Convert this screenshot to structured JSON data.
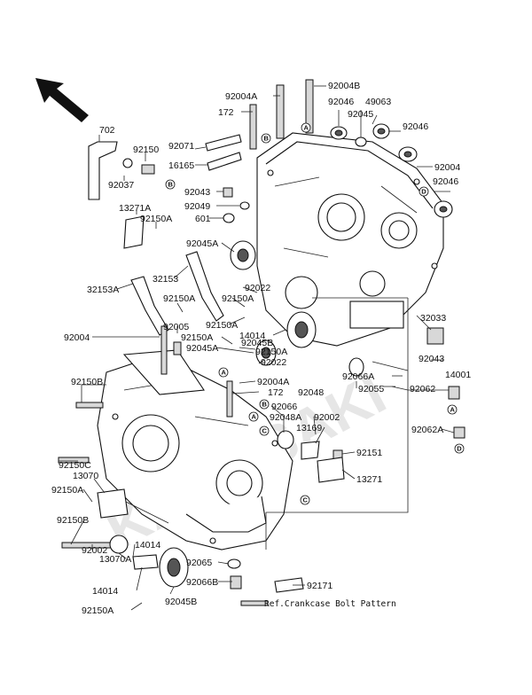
{
  "labels": [
    {
      "id": "l1",
      "text": "92004B"
    },
    {
      "id": "l2",
      "text": "92004A"
    },
    {
      "id": "l3",
      "text": "172"
    },
    {
      "id": "l4",
      "text": "92046"
    },
    {
      "id": "l5",
      "text": "49063"
    },
    {
      "id": "l6",
      "text": "92045"
    },
    {
      "id": "l7",
      "text": "92046"
    },
    {
      "id": "l8",
      "text": "702"
    },
    {
      "id": "l9",
      "text": "92150"
    },
    {
      "id": "l10",
      "text": "92071"
    },
    {
      "id": "l11",
      "text": "16165"
    },
    {
      "id": "l12",
      "text": "92037"
    },
    {
      "id": "l13",
      "text": "92004"
    },
    {
      "id": "l14",
      "text": "92046"
    },
    {
      "id": "l15",
      "text": "92043"
    },
    {
      "id": "l16",
      "text": "92049"
    },
    {
      "id": "l17",
      "text": "601"
    },
    {
      "id": "l18",
      "text": "13271A"
    },
    {
      "id": "l19",
      "text": "92150A"
    },
    {
      "id": "l20",
      "text": "92045A"
    },
    {
      "id": "l21",
      "text": "32153"
    },
    {
      "id": "l22",
      "text": "32153A"
    },
    {
      "id": "l23",
      "text": "92150A"
    },
    {
      "id": "l24",
      "text": "92022"
    },
    {
      "id": "l25",
      "text": "92150A"
    },
    {
      "id": "l26",
      "text": "32033"
    },
    {
      "id": "l27",
      "text": "92150A"
    },
    {
      "id": "l28",
      "text": "14014"
    },
    {
      "id": "l29",
      "text": "92005"
    },
    {
      "id": "l30",
      "text": "92004"
    },
    {
      "id": "l31",
      "text": "92150A"
    },
    {
      "id": "l32",
      "text": "92045B"
    },
    {
      "id": "l33",
      "text": "92045A"
    },
    {
      "id": "l34",
      "text": "92150A"
    },
    {
      "id": "l35",
      "text": "92022"
    },
    {
      "id": "l36",
      "text": "92043"
    },
    {
      "id": "l37",
      "text": "14001"
    },
    {
      "id": "l38",
      "text": "92004A"
    },
    {
      "id": "l39",
      "text": "172"
    },
    {
      "id": "l40",
      "text": "92048"
    },
    {
      "id": "l41",
      "text": "92066A"
    },
    {
      "id": "l42",
      "text": "92055"
    },
    {
      "id": "l43",
      "text": "92062"
    },
    {
      "id": "l44",
      "text": "92150B"
    },
    {
      "id": "l45",
      "text": "92066"
    },
    {
      "id": "l46",
      "text": "92048A"
    },
    {
      "id": "l47",
      "text": "92002"
    },
    {
      "id": "l48",
      "text": "13169"
    },
    {
      "id": "l49",
      "text": "92062A"
    },
    {
      "id": "l50",
      "text": "92151"
    },
    {
      "id": "l51",
      "text": "92150C"
    },
    {
      "id": "l52",
      "text": "13070"
    },
    {
      "id": "l53",
      "text": "13271"
    },
    {
      "id": "l54",
      "text": "92150A"
    },
    {
      "id": "l55",
      "text": "92150B"
    },
    {
      "id": "l56",
      "text": "14014"
    },
    {
      "id": "l57",
      "text": "92002"
    },
    {
      "id": "l58",
      "text": "13070A"
    },
    {
      "id": "l59",
      "text": "92065"
    },
    {
      "id": "l60",
      "text": "14014"
    },
    {
      "id": "l61",
      "text": "92066B"
    },
    {
      "id": "l62",
      "text": "92171"
    },
    {
      "id": "l63",
      "text": "92150A"
    },
    {
      "id": "l64",
      "text": "92045B"
    }
  ],
  "ref_note": "Ref.Crankcase Bolt Pattern",
  "callouts": [
    "A",
    "B",
    "C",
    "D",
    "A",
    "B",
    "C",
    "D",
    "A",
    "B",
    "C",
    "D"
  ],
  "watermark": "KAWASAKI"
}
